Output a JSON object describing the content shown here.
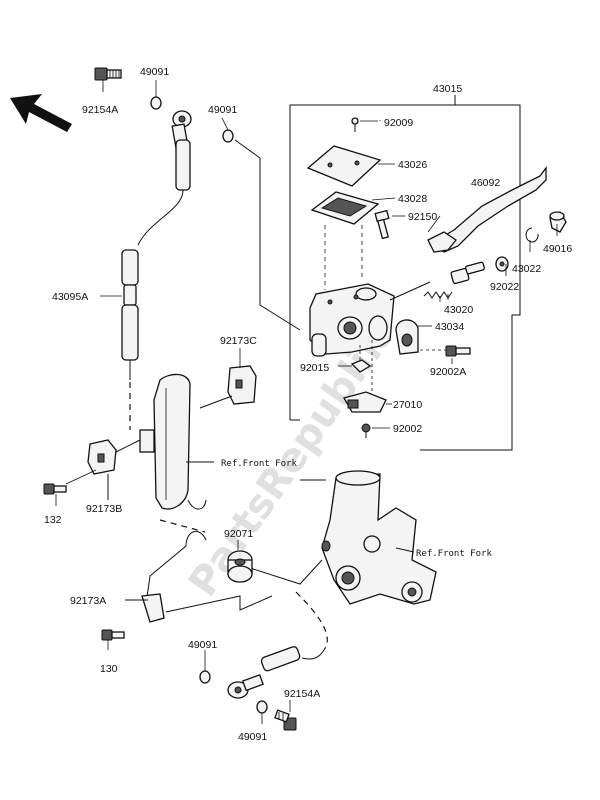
{
  "watermark": "PartsRepublik",
  "labels": {
    "p43015": "43015",
    "p92009": "92009",
    "p43026": "43026",
    "p43028": "43028",
    "p92150": "92150",
    "p46092": "46092",
    "p49016": "49016",
    "p43022": "43022",
    "p92022": "92022",
    "p43020": "43020",
    "p43034": "43034",
    "p92015": "92015",
    "p92002A": "92002A",
    "p27010": "27010",
    "p92002": "92002",
    "p49091_a": "49091",
    "p49091_b": "49091",
    "p92154A_top": "92154A",
    "p43095A": "43095A",
    "p92173C": "92173C",
    "p92173B": "92173B",
    "p132": "132",
    "p92071": "92071",
    "p92173A": "92173A",
    "p130": "130",
    "p49091_c": "49091",
    "p49091_d": "49091",
    "p92154A_bot": "92154A"
  },
  "references": {
    "front_fork_upper": "Ref.Front Fork",
    "front_fork_lower": "Ref.Front Fork"
  }
}
